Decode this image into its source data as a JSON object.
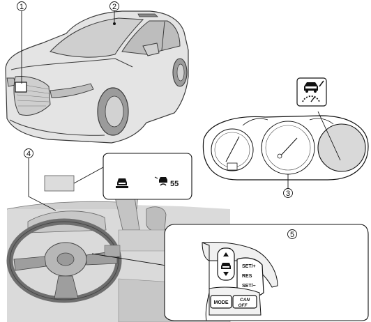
{
  "callouts": {
    "c1": "1",
    "c2": "2",
    "c3": "3",
    "c4": "4",
    "c5": "5"
  },
  "hud": {
    "speed_value": "55"
  },
  "buttons": {
    "set_plus": "SET/+",
    "res": "RES",
    "set_minus": "SET/−",
    "mode": "MODE",
    "can": "CAN",
    "off": "OFF"
  },
  "colors": {
    "car_body": "#e4e4e4",
    "car_outline": "#3a3a3a",
    "gauge_highlight": "#d9d9d9",
    "hud_screen": "#dcdcdc",
    "line": "#111111"
  },
  "icons": {
    "radar_cruise_indicator": "radar-cruise-icon",
    "vehicle_ahead_indicator": "vehicle-ahead-icon",
    "speed_sign_indicator": "speed-sign-icon"
  }
}
